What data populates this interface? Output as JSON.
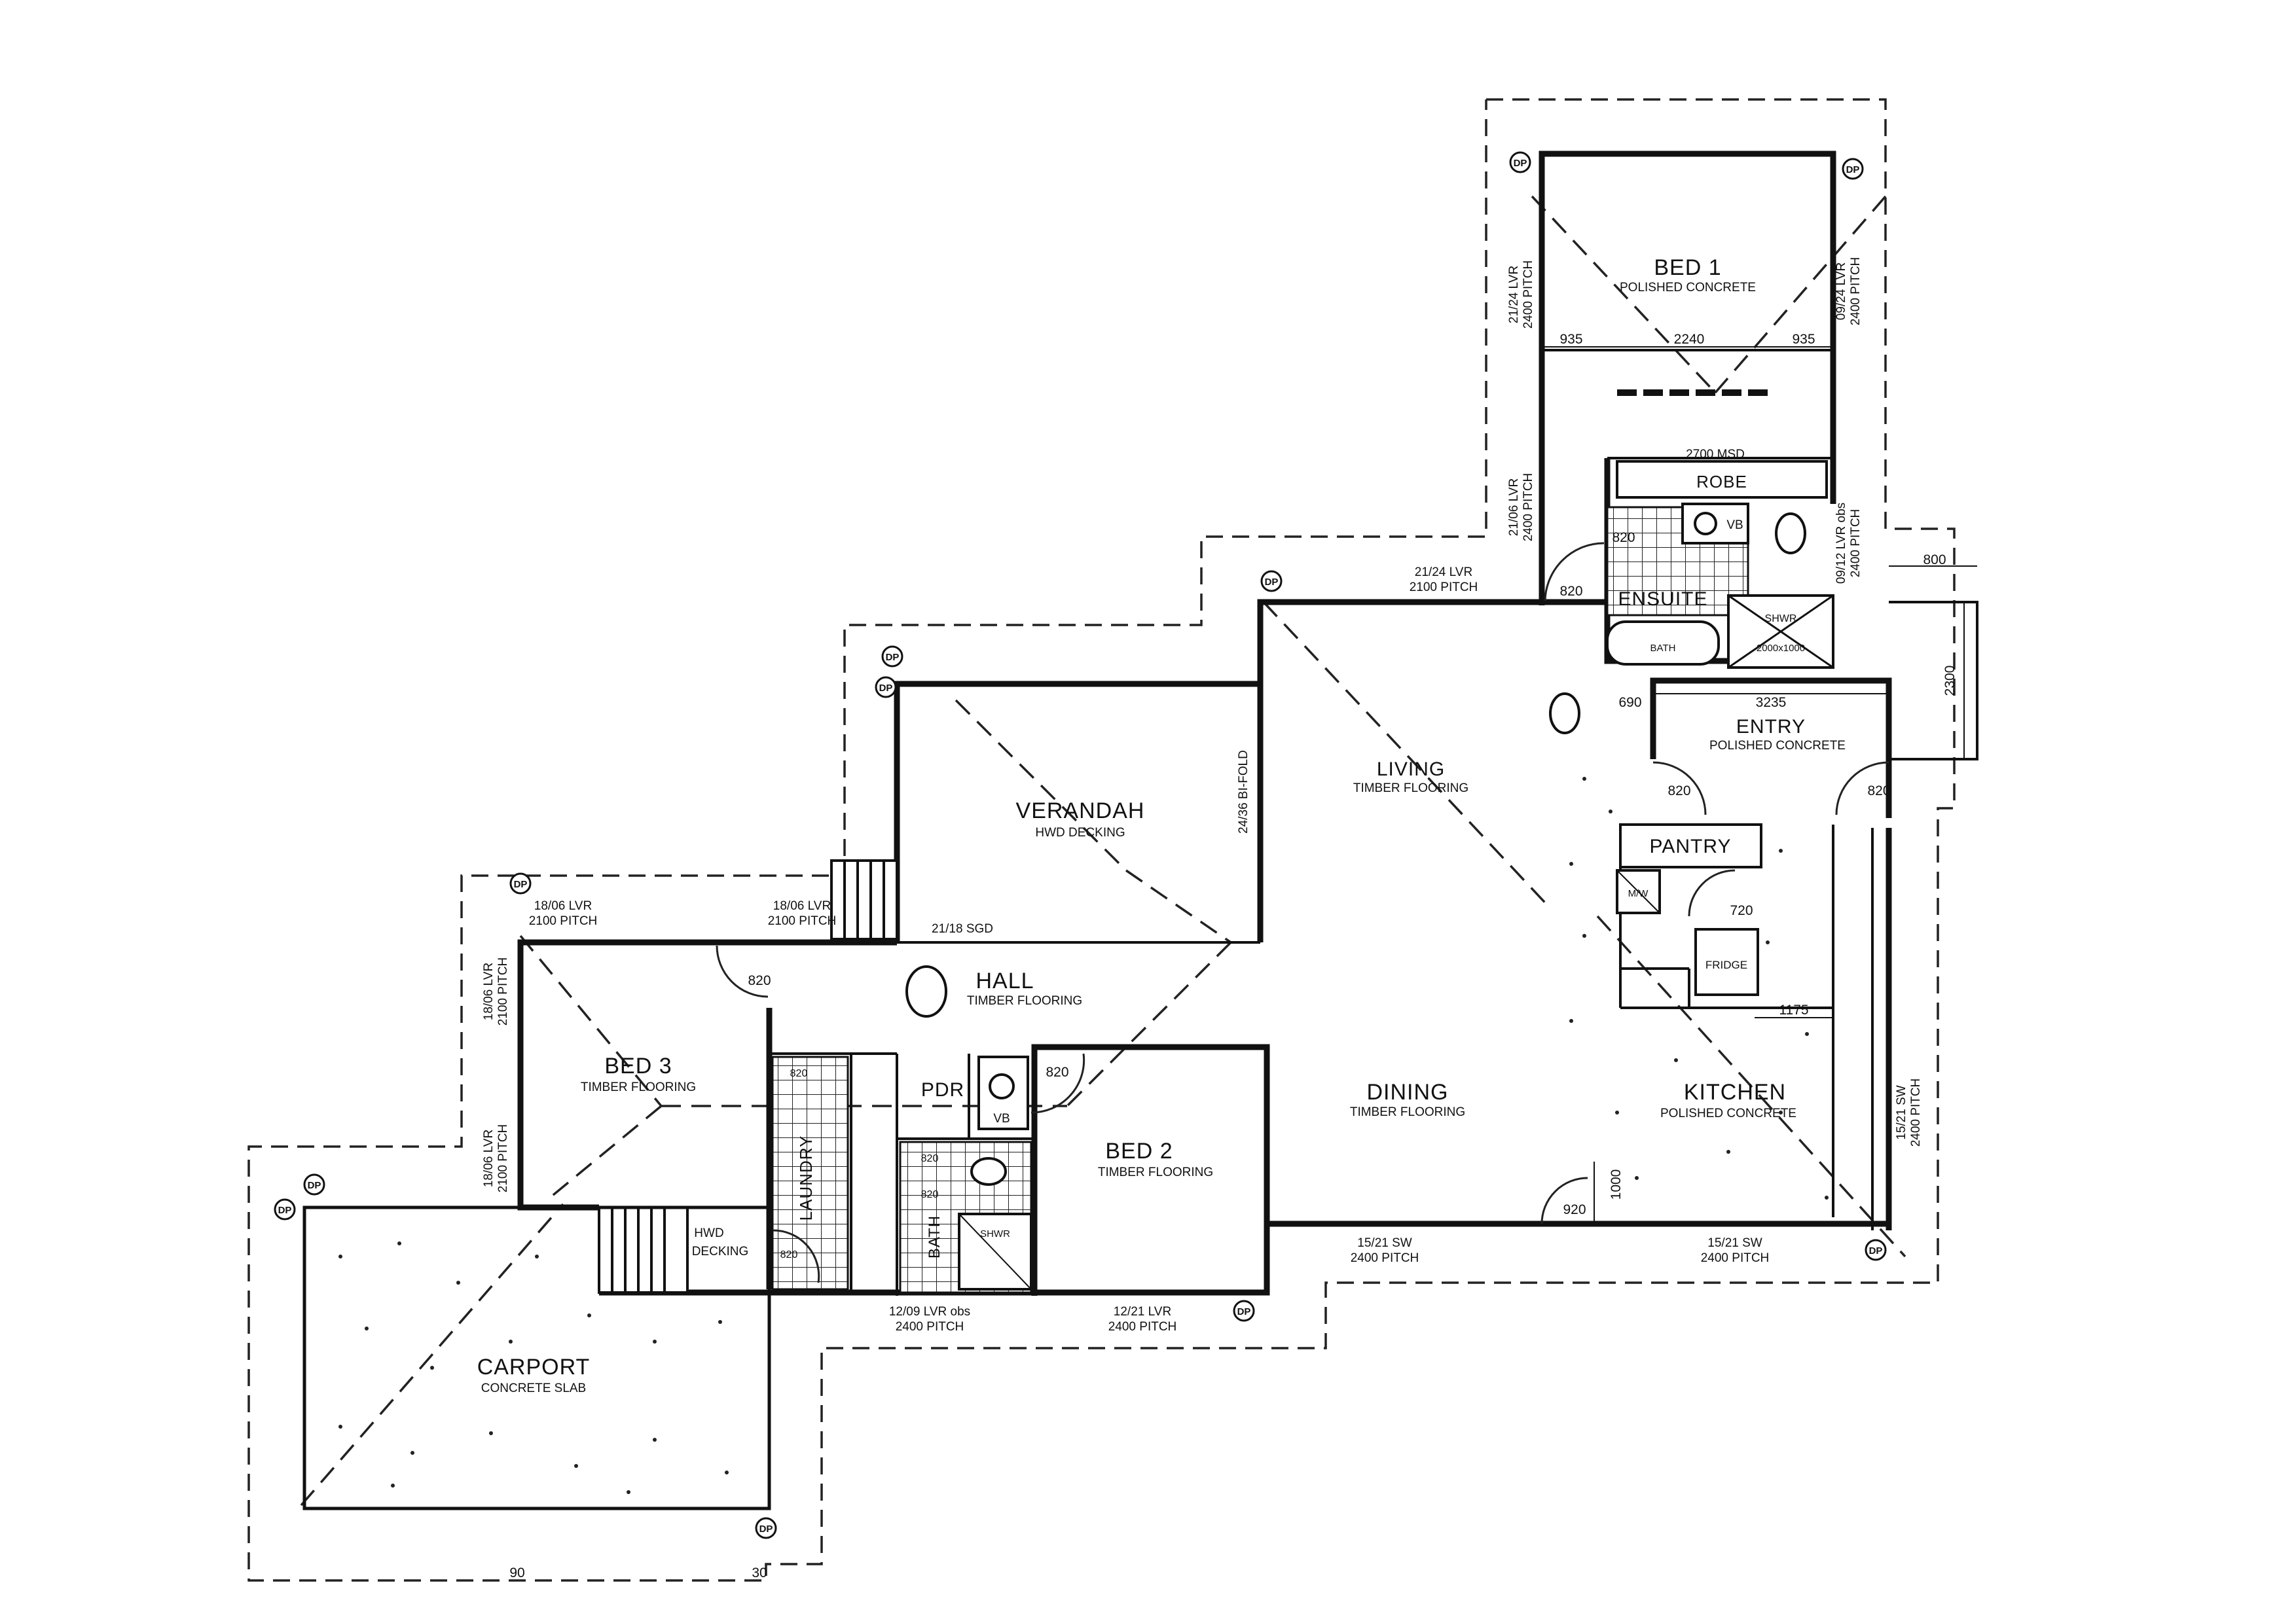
{
  "rooms": {
    "bed1": {
      "name": "BED 1",
      "floor": "POLISHED CONCRETE"
    },
    "robe": {
      "name": "ROBE"
    },
    "ensuite": {
      "name": "ENSUITE"
    },
    "entry": {
      "name": "ENTRY",
      "floor": "POLISHED CONCRETE"
    },
    "pantry": {
      "name": "PANTRY"
    },
    "living": {
      "name": "LIVING",
      "floor": "TIMBER FLOORING"
    },
    "verandah": {
      "name": "VERANDAH",
      "floor": "HWD DECKING"
    },
    "hall": {
      "name": "HALL",
      "floor": "TIMBER FLOORING"
    },
    "bed3": {
      "name": "BED 3",
      "floor": "TIMBER FLOORING"
    },
    "pdr": {
      "name": "PDR"
    },
    "laundry": {
      "name": "LAUNDRY"
    },
    "bath": {
      "name": "BATH"
    },
    "bed2": {
      "name": "BED 2",
      "floor": "TIMBER FLOORING"
    },
    "dining": {
      "name": "DINING",
      "floor": "TIMBER FLOORING"
    },
    "kitchen": {
      "name": "KITCHEN",
      "floor": "POLISHED CONCRETE"
    },
    "carport": {
      "name": "CARPORT",
      "floor": "CONCRETE SLAB"
    },
    "decking": {
      "name": "HWD",
      "name2": "DECKING"
    }
  },
  "fixtures": {
    "vb": "VB",
    "bath": "BATH",
    "shwr": "SHWR",
    "shwr_size": "2000x1000",
    "fridge": "FRIDGE",
    "mw": "M/W",
    "robe_door": "2700 MSD"
  },
  "windows": {
    "bed1_left_1": "21/24 LVR",
    "bed1_left_1b": "2400 PITCH",
    "bed1_left_2": "21/06 LVR",
    "bed1_left_2b": "2400 PITCH",
    "bed1_right_1": "09/24 LVR",
    "bed1_right_1b": "2400 PITCH",
    "bed1_right_2": "09/12 LVR obs",
    "bed1_right_2b": "2400 PITCH",
    "living_top": "21/24 LVR",
    "living_top_b": "2100 PITCH",
    "verandah_side": "24/36 BI-FOLD",
    "verandah_sgd": "21/18 SGD",
    "bed3_top_l": "18/06 LVR",
    "bed3_top_lb": "2100 PITCH",
    "bed3_top_r": "18/06 LVR",
    "bed3_top_rb": "2100 PITCH",
    "bed3_left_1": "18/06 LVR",
    "bed3_left_1b": "2100 PITCH",
    "bed3_left_2": "18/06 LVR",
    "bed3_left_2b": "2100 PITCH",
    "bath_bottom": "12/09 LVR obs",
    "bath_bottom_b": "2400 PITCH",
    "bed2_bottom": "12/21 LVR",
    "bed2_bottom_b": "2400 PITCH",
    "dining_bottom": "15/21 SW",
    "dining_bottom_b": "2400 PITCH",
    "kitchen_bottom": "15/21 SW",
    "kitchen_bottom_b": "2400 PITCH",
    "kitchen_right": "15/21 SW",
    "kitchen_right_b": "2400 PITCH"
  },
  "dimensions": {
    "bed1_a": "935",
    "bed1_b": "2240",
    "bed1_c": "935",
    "ensuite_door": "820",
    "living_door": "820",
    "entry_a": "690",
    "entry_b": "3235",
    "entry_door_l": "820",
    "entry_door_r": "820",
    "porch_w": "800",
    "porch_h": "2300",
    "pantry_door": "720",
    "kitchen_bench": "1175",
    "hall_door": "820",
    "pdr_door": "820",
    "laundry_door_a": "820",
    "laundry_door_b": "820",
    "laundry_door_c": "820",
    "bath_door": "820",
    "dining_door": "920",
    "kitchen_opening": "1000",
    "carport_a": "90",
    "carport_b": "30"
  },
  "downpipe_label": "DP",
  "colors": {
    "ink": "#111111",
    "paper": "#ffffff"
  }
}
